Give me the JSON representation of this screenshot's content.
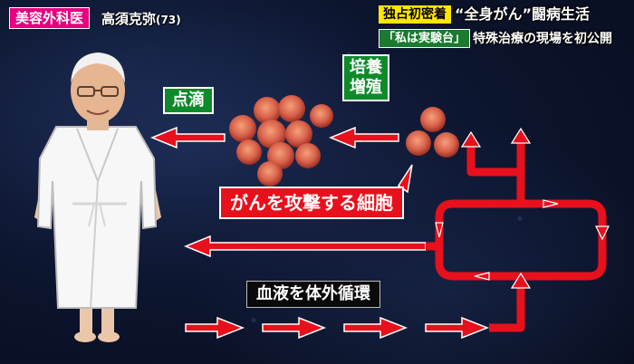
{
  "header": {
    "category_tag": "美容外科医",
    "guest_name": "高須克弥",
    "guest_age": "(73)",
    "exclusive_tag": "独占初密着",
    "headline_1": "“全身がん”闘病生活",
    "quote_tag": "「私は実験台」",
    "headline_2": "特殊治療の現場を初公開"
  },
  "diagram": {
    "label_drip": "点滴",
    "label_culture_line1": "培養",
    "label_culture_line2": "増殖",
    "label_cells": "がんを攻撃する細胞",
    "label_circulation": "血液を体外循環"
  },
  "colors": {
    "arrow_red": "#e8101c",
    "label_green": "#0f8a2a",
    "tag_pink": "#e4007f",
    "tag_yellow": "#ffe600"
  }
}
